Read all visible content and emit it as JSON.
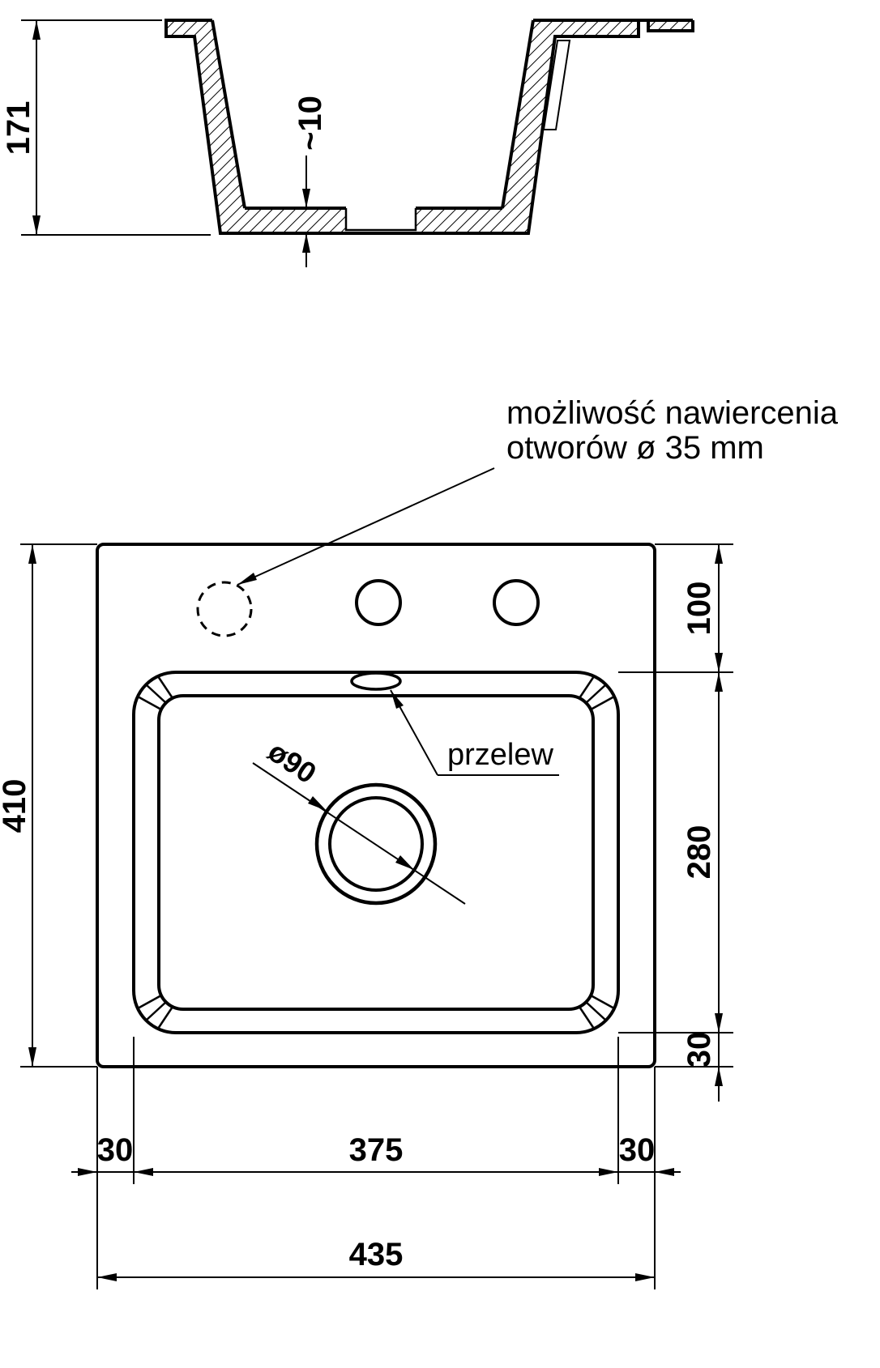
{
  "drawing": {
    "background": "#ffffff",
    "line_color": "#000000",
    "section_view": {
      "depth_label": "171",
      "bottom_thickness_label": "~10"
    },
    "plan_view": {
      "overall_width_label": "435",
      "overall_depth_label": "410",
      "bowl_width_label": "375",
      "left_margin_label": "30",
      "right_margin_label": "30",
      "front_margin_label": "30",
      "top_to_bowl_label": "100",
      "bowl_depth_label": "280",
      "drain_label": "ø90",
      "overflow_label": "przelew",
      "drill_note_line1": "możliwość nawiercenia",
      "drill_note_line2": "otworów ø 35 mm"
    }
  }
}
